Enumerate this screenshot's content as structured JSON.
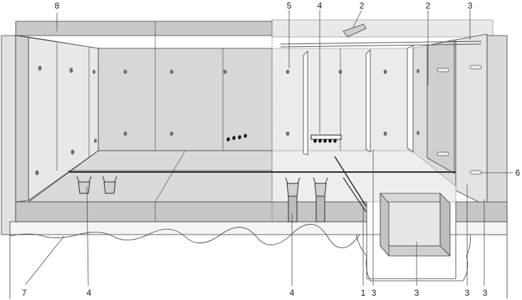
{
  "figure": {
    "colors": {
      "background": "#ffffff",
      "panel_light": "#e6e6e6",
      "panel_mid": "#d2d2d2",
      "panel_dark": "#bdbdbd",
      "outline": "#3a3a3a",
      "fastener": "#6f6f6f",
      "leader": "#4a4a4a"
    },
    "callouts": {
      "c1": "1",
      "c2a": "2",
      "c2b": "2",
      "c3a": "3",
      "c3b": "3",
      "c3c": "3",
      "c3d": "3",
      "c3e": "3",
      "c4a": "4",
      "c4b": "4",
      "c4c": "4",
      "c5": "5",
      "c6": "6",
      "c7": "7",
      "c8": "8"
    }
  }
}
